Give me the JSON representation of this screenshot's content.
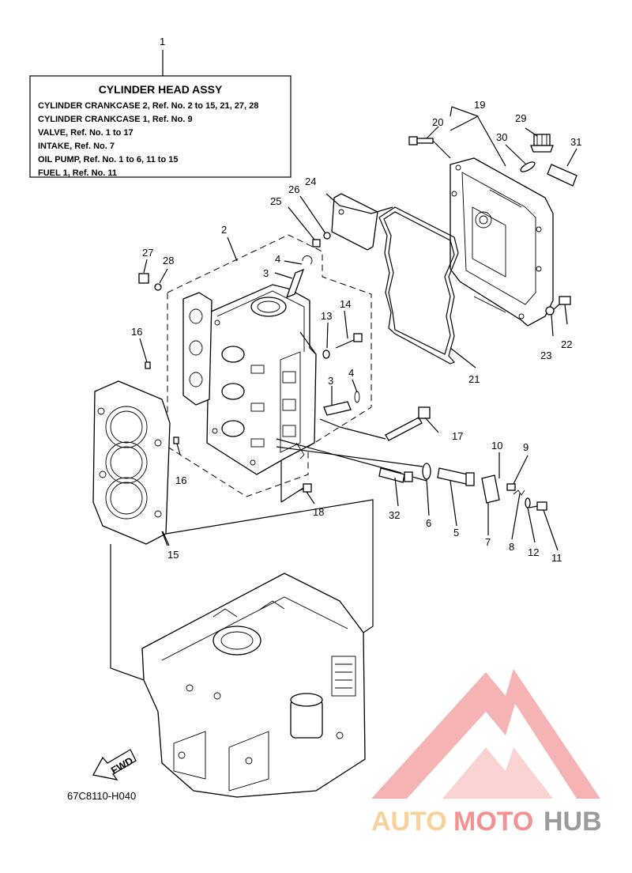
{
  "title_box": {
    "ref": "1",
    "title": "CYLINDER HEAD ASSY",
    "lines": [
      "CYLINDER CRANKCASE 2,  Ref. No. 2 to 15, 21, 27, 28",
      "CYLINDER CRANKCASE 1,  Ref. No. 9",
      "VALVE,  Ref. No. 1 to 17",
      "INTAKE,  Ref. No. 7",
      "OIL  PUMP,  Ref. No. 1 to 6, 11 to 15",
      "FUEL 1,  Ref. No. 11"
    ]
  },
  "callouts": {
    "n2": "2",
    "n3a": "3",
    "n3b": "3",
    "n4a": "4",
    "n4b": "4",
    "n5": "5",
    "n6": "6",
    "n7": "7",
    "n8": "8",
    "n9": "9",
    "n10": "10",
    "n11": "11",
    "n12": "12",
    "n13": "13",
    "n14": "14",
    "n15": "15",
    "n16a": "16",
    "n16b": "16",
    "n17": "17",
    "n18": "18",
    "n19": "19",
    "n20": "20",
    "n21": "21",
    "n22": "22",
    "n23": "23",
    "n24": "24",
    "n25": "25",
    "n26": "26",
    "n27": "27",
    "n28": "28",
    "n29": "29",
    "n30": "30",
    "n31": "31",
    "n32": "32"
  },
  "fwd_label": "FWD",
  "diagram_code": "67C8110-H040",
  "watermark": {
    "part1": "AUTO",
    "part2": "MOTO",
    "part3": "HUB",
    "color_light": "#f6c98a",
    "color_red": "#f08080",
    "color_grey": "#8a8a8a"
  }
}
